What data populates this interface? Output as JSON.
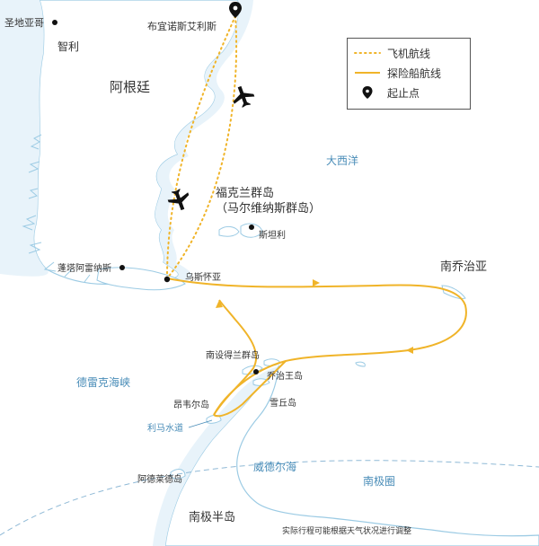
{
  "places": {
    "santiago": "圣地亚哥",
    "buenos_aires": "布宜诺斯艾利斯",
    "chile": "智利",
    "argentina": "阿根廷",
    "falklands_line1": "福克兰群岛",
    "falklands_line2": "（马尔维纳斯群岛）",
    "stanley": "斯坦利",
    "atlantic": "大西洋",
    "punta_arenas": "蓬塔阿雷纳斯",
    "ushuaia": "乌斯怀亚",
    "south_georgia": "南乔治亚",
    "south_shetland": "南设得兰群岛",
    "king_george": "乔治王岛",
    "deception": "雪丘岛",
    "drake_passage": "德雷克海峡",
    "anvers": "昂韦尔岛",
    "lemaire": "利马水道",
    "weddell": "威德尔海",
    "adelaide": "阿德莱德岛",
    "antarctic_circle": "南极圈",
    "antarctic_peninsula": "南极半岛"
  },
  "legend": {
    "flight": "飞机航线",
    "ship": "探险船航线",
    "endpoint": "起止点"
  },
  "note": "实际行程可能根据天气状况进行调整",
  "colors": {
    "route": "#f0b429",
    "land_edge": "#9ccbe4",
    "land_fill": "#ffffff",
    "water": "#e8f3fa",
    "sea_label": "#4a8db8",
    "circle": "#8fb9d6"
  },
  "icons": {
    "plane": "airplane-icon",
    "marker": "map-pin-icon"
  }
}
